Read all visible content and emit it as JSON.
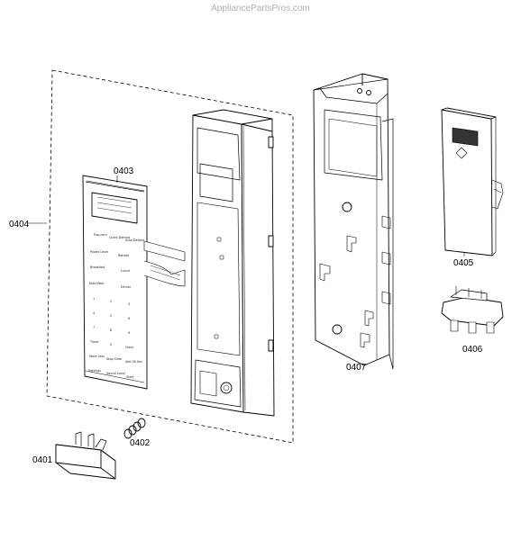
{
  "watermark": "AppliancePartsPros.com",
  "callouts": {
    "p0401": "0401",
    "p0402": "0402",
    "p0403": "0403",
    "p0404": "0404",
    "p0405": "0405",
    "p0406": "0406",
    "p0407": "0407"
  },
  "keypad_labels": {
    "k1": "Pop-corn",
    "k2": "Quick Defrost",
    "k3": "Auto Defrost",
    "k4": "Power Level",
    "k5": "Reheat",
    "k6": "Breakfast",
    "k7": "Lunch",
    "k8": "Kids Meal",
    "k9": "Dinner",
    "k10": "1",
    "k11": "2",
    "k12": "3",
    "k13": "4",
    "k14": "5",
    "k15": "6",
    "k16": "7",
    "k17": "8",
    "k18": "9",
    "k19": "Timer",
    "k20": "0",
    "k21": "Clock",
    "k22": "More Less",
    "k23": "Stop Clear",
    "k24": "Add 30 Sec",
    "k25": "Settings",
    "k26": "Sound Level",
    "k27": "Start"
  }
}
